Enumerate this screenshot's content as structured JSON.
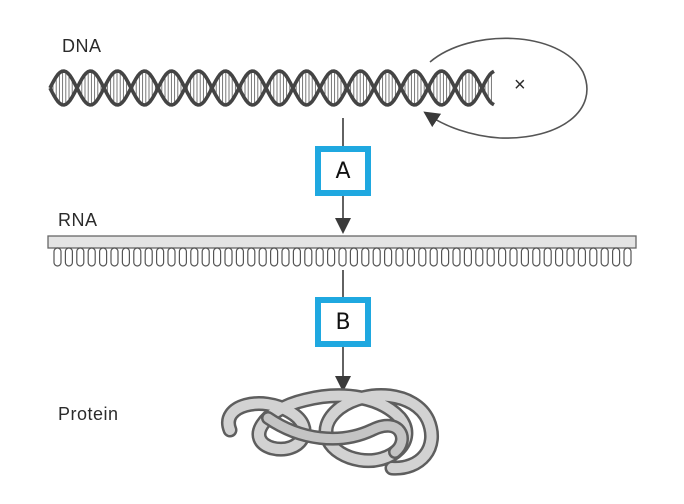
{
  "labels": {
    "dna": "DNA",
    "rna": "RNA",
    "protein": "Protein",
    "replication_mark": "×"
  },
  "steps": [
    {
      "id": "A",
      "label": "A"
    },
    {
      "id": "B",
      "label": "B"
    }
  ],
  "colors": {
    "box_border": "#1fa8e0",
    "line": "#3a3a3a",
    "strand": "#555555",
    "rna_fill": "#e4e4e4",
    "protein_fill": "#c8c8c8"
  },
  "icons": {
    "dna": "double-helix-icon",
    "rna": "rna-strand-icon",
    "protein": "folded-protein-icon",
    "replication": "circular-arrow-icon"
  }
}
